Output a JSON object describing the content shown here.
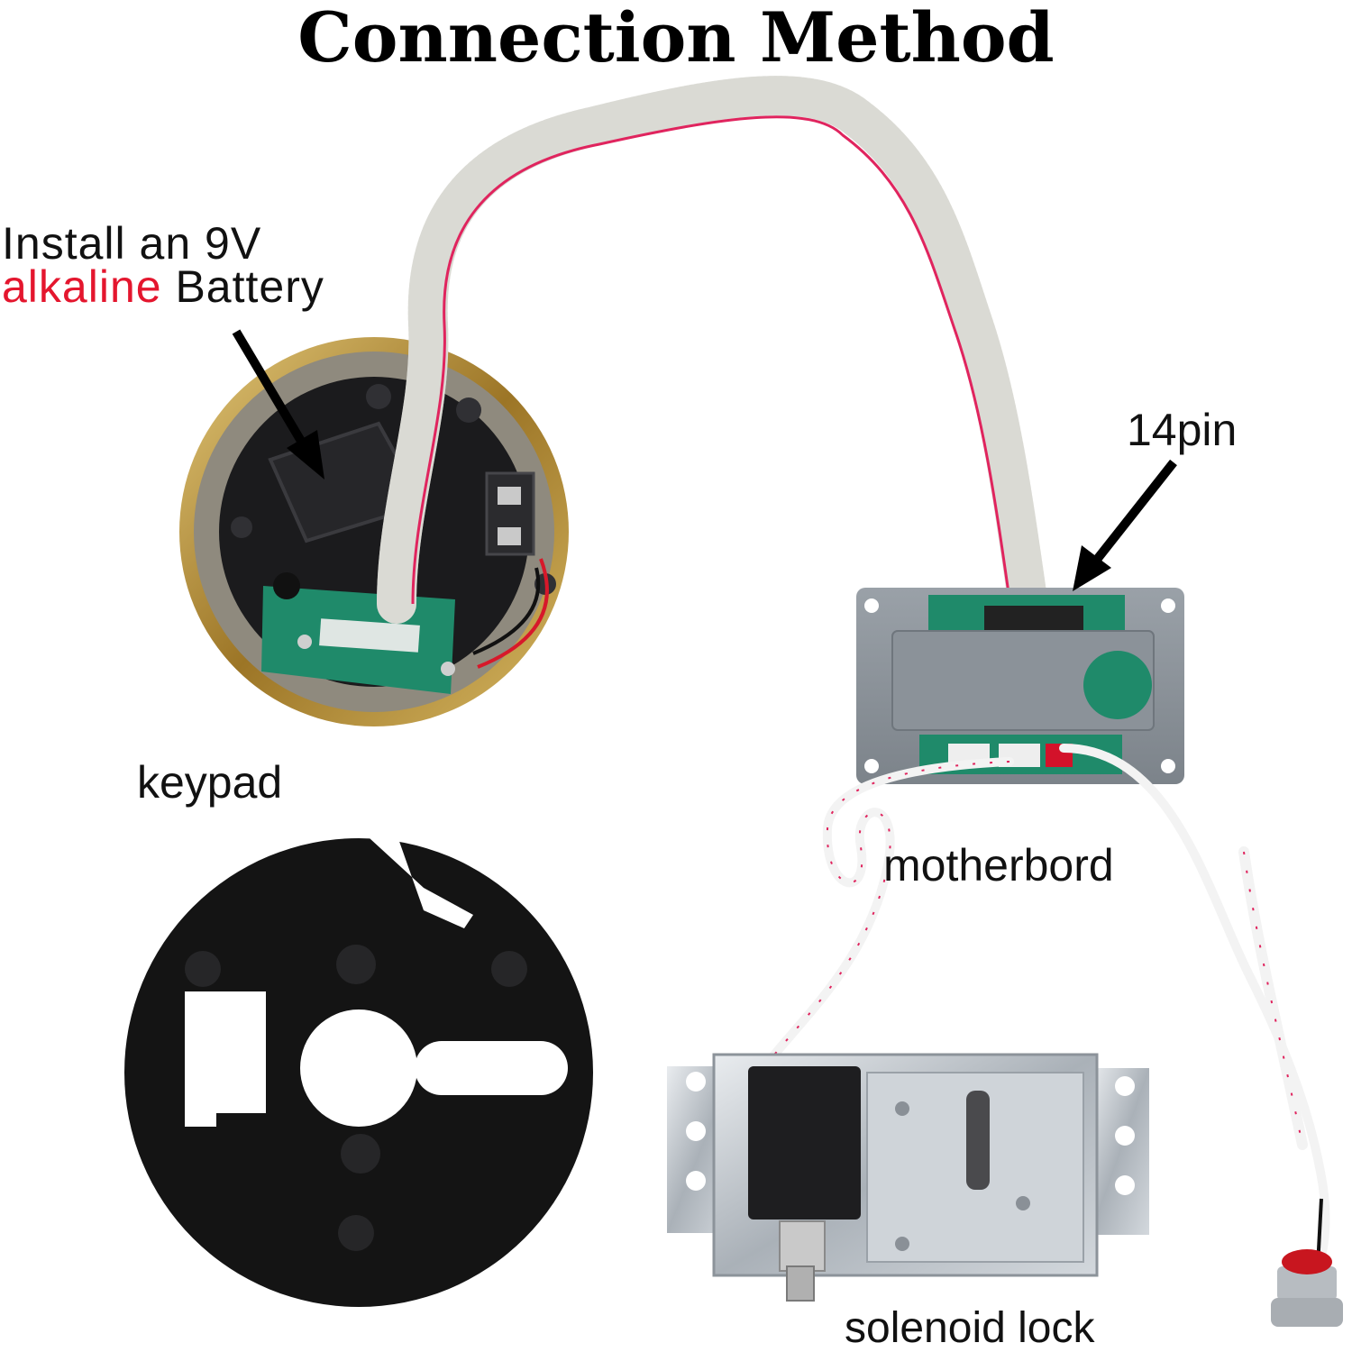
{
  "title": "Connection Method",
  "battery_note": {
    "line1": "Install an 9V",
    "highlight": "alkaline",
    "rest": " Battery"
  },
  "labels": {
    "pin": "14pin",
    "keypad": "keypad",
    "motherboard": "motherbord",
    "solenoid": "solenoid lock"
  },
  "colors": {
    "label_text": "#111111",
    "highlight": "#e4162e",
    "ribbon_stripe": "#e0245e",
    "board_green": "#1f8a6a",
    "case_grey": "#8e959c",
    "plate_black": "#141414",
    "ring_gold": "#b8902e"
  }
}
